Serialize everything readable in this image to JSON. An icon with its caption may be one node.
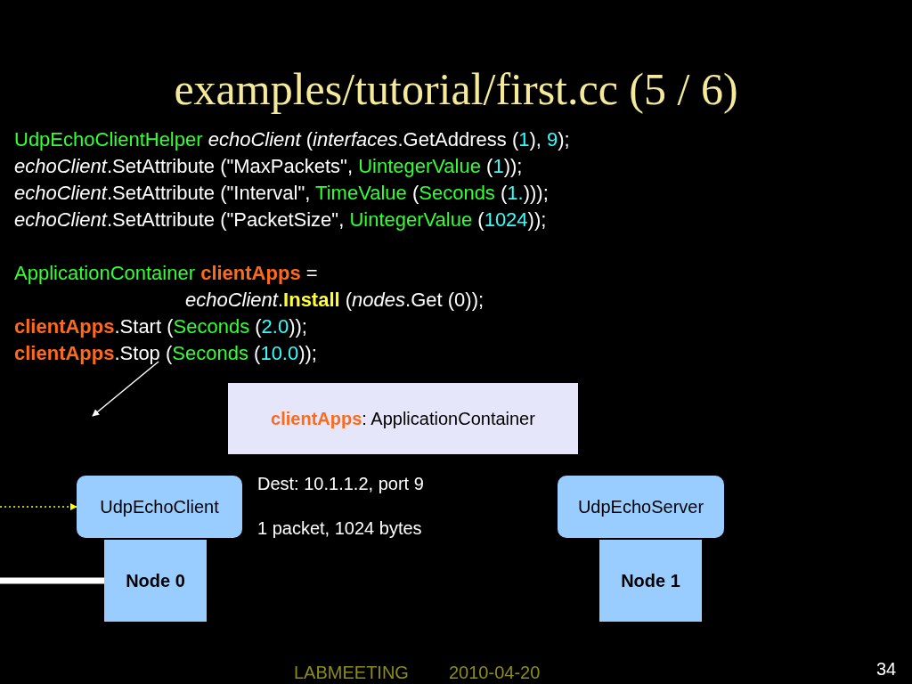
{
  "diagram": {
    "title": "examples/tutorial/first.cc (5 / 6)",
    "nodes": [
      {
        "text": [
          "**clientApps**: ApplicationContainer"
        ]
      },
      {
        "text": [
          "UdpEchoClient"
        ],
        "beside": [
          "Dest: 10.1.1.2, port 9",
          "1 packet, 1024 bytes"
        ]
      },
      {
        "text": [
          "Node 0"
        ]
      },
      {
        "text": [
          "UdpEchoServer"
        ]
      },
      {
        "text": [
          "Node 1"
        ]
      }
    ],
    "edges": [
      {
        "from": null,
        "to": 1,
        "arrow": "to",
        "style": "dashed",
        "color": "#ffff00"
      },
      {
        "from": null,
        "to": 2,
        "arrow": "none",
        "style": "thick",
        "color": "#ffffff"
      }
    ],
    "labels": [
      "UdpEchoClientHelper *echoClient* (*interfaces*.GetAddress (1), 9);",
      "*echoClient*.SetAttribute (\"MaxPackets\", UintegerValue (1));",
      "*echoClient*.SetAttribute (\"Interval\", TimeValue (Seconds (1.)));",
      "*echoClient*.SetAttribute (\"PacketSize\", UintegerValue (1024));",
      "ApplicationContainer **clientApps** =",
      "*echoClient*.**Install** (*nodes*.Get (0));",
      "**clientApps**.Start (Seconds (2.0));",
      "**clientApps**.Stop (Seconds (10.0));",
      "LABMEETING",
      "2010-04-20",
      "34"
    ]
  }
}
